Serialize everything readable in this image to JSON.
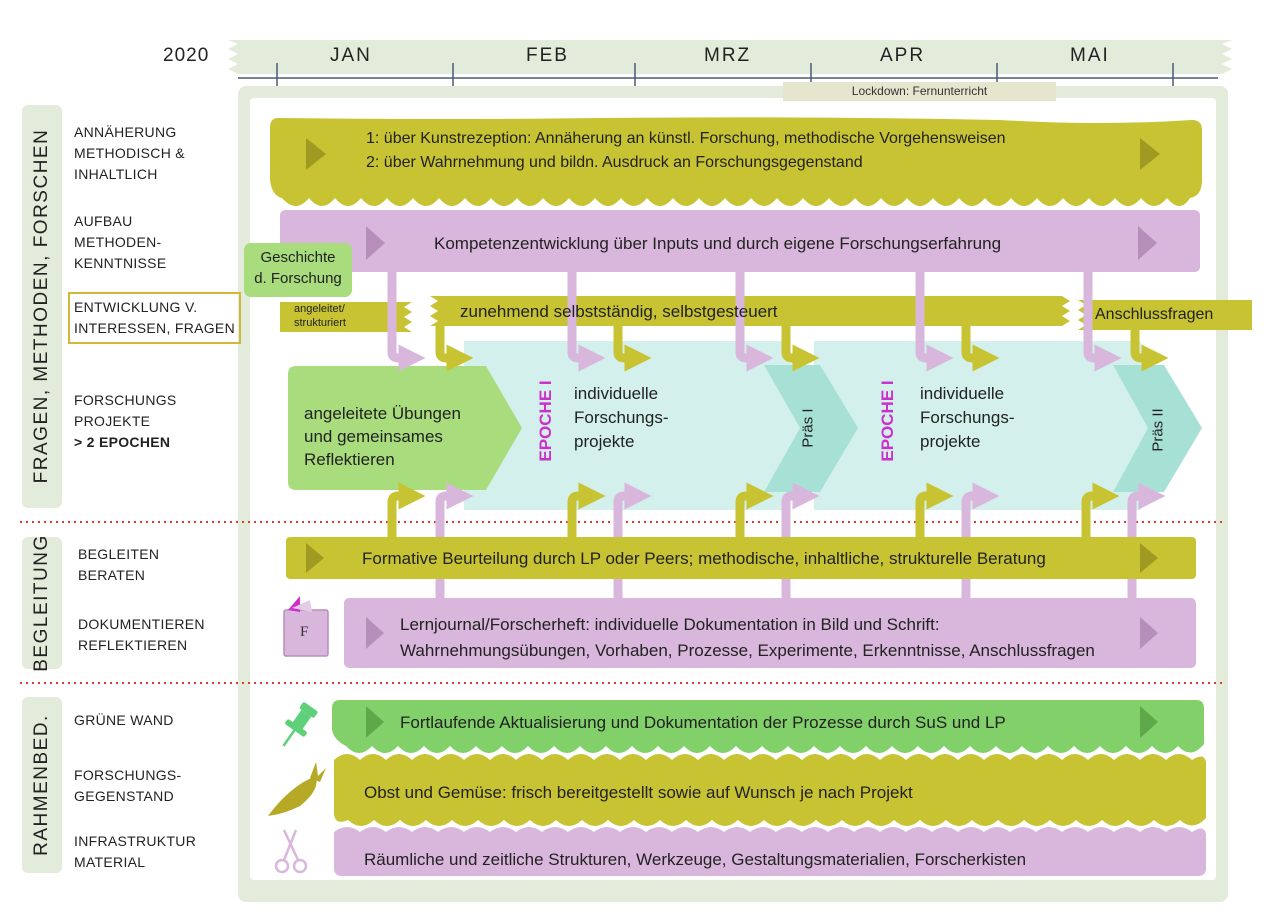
{
  "timeline": {
    "year": "2020",
    "months": [
      "JAN",
      "FEB",
      "MRZ",
      "APR",
      "MAI"
    ],
    "lockdown": "Lockdown: Fernunterricht"
  },
  "sections": {
    "fragen": {
      "title": "FRAGEN, METHODEN, FORSCHEN",
      "labels": {
        "annaeherung": [
          "ANNÄHERUNG",
          "METHODISCH &",
          "INHALTLICH"
        ],
        "aufbau": [
          "AUFBAU",
          "METHODEN-",
          "KENNTNISSE"
        ],
        "entwicklung": [
          "ENTWICKLUNG V.",
          "INTERESSEN, FRAGEN"
        ],
        "projekte": [
          "FORSCHUNGS",
          "PROJEKTE",
          "> 2 EPOCHEN"
        ]
      }
    },
    "begleitung": {
      "title": "BEGLEITUNG",
      "labels": {
        "begleiten": [
          "BEGLEITEN",
          "BERATEN"
        ],
        "dokumentieren": [
          "DOKUMENTIEREN",
          "REFLEKTIEREN"
        ]
      }
    },
    "rahmen": {
      "title": "RAHMENBED.",
      "labels": {
        "wand": [
          "GRÜNE WAND"
        ],
        "gegenstand": [
          "FORSCHUNGS-",
          "GEGENSTAND"
        ],
        "infrastruktur": [
          "INFRASTRUKTUR",
          "MATERIAL"
        ]
      }
    }
  },
  "bands": {
    "annaeherung": [
      "1: über Kunstrezeption: Annäherung an künstl. Forschung, methodische Vorgehensweisen",
      "2: über Wahrnehmung und bildn. Ausdruck an Forschungsgegenstand"
    ],
    "kompetenz": "Kompetenzentwicklung über Inputs und durch eigene Forschungserfahrung",
    "geschichte": [
      "Geschichte",
      "d. Forschung"
    ],
    "angeleitet": [
      "angeleitet/",
      "strukturiert"
    ],
    "selbststaendig": "zunehmend selbstständig, selbstgesteuert",
    "anschluss": "Anschlussfragen",
    "uebungen": [
      "angeleitete Übungen",
      "und gemeinsames",
      "Reflektieren"
    ],
    "epoche1": "EPOCHE I",
    "epoche2": "EPOCHE I",
    "individuell": [
      "individuelle",
      "Forschungs-",
      "projekte"
    ],
    "praes1": "Präs I",
    "praes2": "Präs II",
    "formativ": "Formative Beurteilung durch LP oder Peers; methodische, inhaltliche, strukturelle Beratung",
    "lernjournal": [
      "Lernjournal/Forscherheft: individuelle Dokumentation in Bild und Schrift:",
      "Wahrnehmungsübungen, Vorhaben, Prozesse, Experimente, Erkenntnisse, Anschlussfragen"
    ],
    "notebook_letter": "F",
    "gruene_wand": "Fortlaufende Aktualisierung und Dokumentation der Prozesse durch SuS und LP",
    "obst": "Obst und Gemüse: frisch bereitgestellt sowie auf Wunsch je nach Projekt",
    "raeumlich": "Räumliche und zeitliche Strukturen, Werkzeuge, Gestaltungsmaterialien, Forscherkisten"
  },
  "colors": {
    "olive": "#c8c332",
    "olive_dark": "#9f9a22",
    "lilac": "#d9b6dc",
    "lilac_dark": "#b58fb9",
    "mint": "#d4f0ec",
    "teal": "#a7e1d6",
    "green": "#a8dc7c",
    "green_bright": "#82d06a",
    "frame": "#e3ecdb",
    "magenta": "#cc30cc",
    "red_dots": "#e03a2e"
  },
  "icons": [
    "pushpin-icon",
    "carrot-icon",
    "scissors-icon",
    "notebook-icon"
  ]
}
